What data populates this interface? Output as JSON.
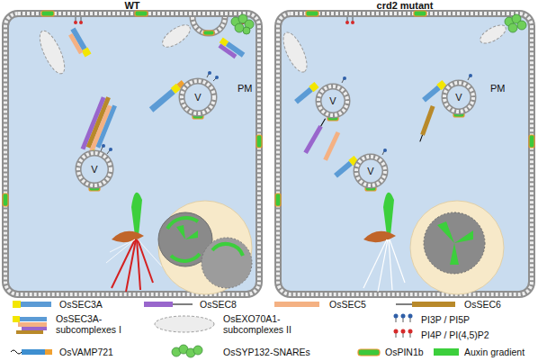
{
  "diagram": {
    "nodes": [
      {
        "text": [
          "WT",
          "PM"
        ]
      },
      {
        "text": [
          "V"
        ],
        "in": 0
      },
      {
        "text": [
          "V"
        ],
        "in": 0
      },
      {
        "text": [
          "crd2 mutant",
          "PM"
        ]
      },
      {
        "text": [
          "V"
        ],
        "in": 3
      },
      {
        "text": [
          "V"
        ],
        "in": 3
      },
      {
        "text": [
          "V"
        ],
        "in": 3
      }
    ],
    "legend": [
      {
        "text": "OsSEC3A"
      },
      {
        "text": "OsSEC8"
      },
      {
        "text": "OsSEC5"
      },
      {
        "text": "OsSEC6"
      },
      {
        "text": "OsSEC3A-subcomplexes I"
      },
      {
        "text": "OsEXO70A1-subcomplexes II"
      },
      {
        "text": "PI3P / PI5P"
      },
      {
        "text": "PI4P / PI(4,5)P2"
      },
      {
        "text": "OsVAMP721"
      },
      {
        "text": "OsSYP132-SNAREs"
      },
      {
        "text": "OsPIN1b"
      },
      {
        "text": "Auxin gradient",
        "color": "#3ccf3c"
      }
    ]
  }
}
